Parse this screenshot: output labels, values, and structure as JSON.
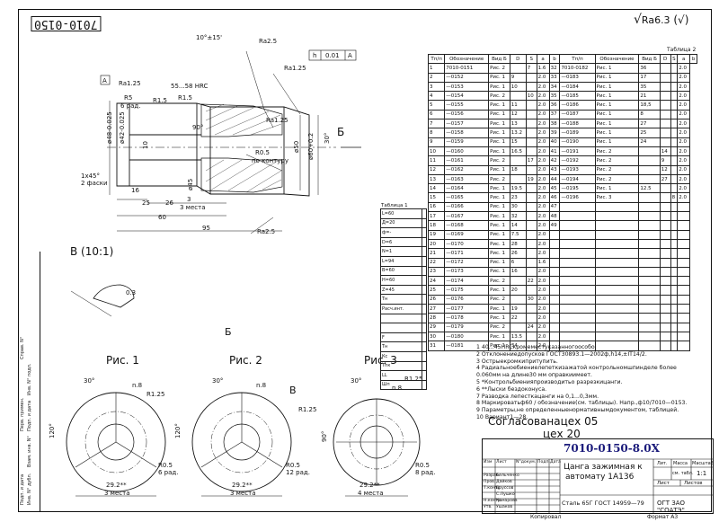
{
  "doc_number_stamp": "7010-0150",
  "roughness_mark": "Ra6.3",
  "view_b_label": "В (10:1)",
  "section_arrow": "Б",
  "section_label_b": "Б",
  "dims": {
    "angle_top": "10°±15'",
    "ra25a": "Ra2.5",
    "ra125a": "Ra1.25",
    "hardness": "55...58 HRC",
    "r5": "R5",
    "r5_places": "6 рад.",
    "r15a": "R1.5",
    "r15b": "R1.5",
    "ra125b": "Ra1.25",
    "d48": "ø48-0.025",
    "d42": "ø42-0.025",
    "chamfer": "1x45°",
    "chamfer2": "2 фаски",
    "d45": "ø45",
    "d50": "ø50",
    "d60": "ø60+0.2",
    "r05": "R0.5",
    "contour": "по контуру",
    "angle30": "30°",
    "w10": "10",
    "w16": "16",
    "w25": "25",
    "w26": "26",
    "w3": "3",
    "three_places": "3 места",
    "w60": "60",
    "w95": "95",
    "ra25b": "Ra2.5",
    "ra125c": "Ra1.25",
    "angle90": "90°",
    "tol_h": "h",
    "tol_val": "0.01",
    "tol_ref": "А",
    "datum_a": "А",
    "d03": "0.3"
  },
  "figures": [
    {
      "title": "Рис. 1",
      "r05": "R0.5",
      "places": "6 рад.",
      "dim": "29.2**",
      "places2": "3 места",
      "angle": "120°",
      "deg30": "30°",
      "n": "n.8",
      "r": "R1.25"
    },
    {
      "title": "Рис. 2",
      "r05": "R0.5",
      "places": "12 рад.",
      "dim": "29.2**",
      "places2": "3 места",
      "angle": "120°",
      "deg30": "30°",
      "n": "n.8",
      "r": "R1.25",
      "b": "В"
    },
    {
      "title": "Рис. 3",
      "r05": "R0.5",
      "places": "8 рад.",
      "dim": "29.2**",
      "places2": "4 места",
      "angle": "90°",
      "deg30": "30°",
      "n": "n.8",
      "r": "R1.25"
    }
  ],
  "table2": {
    "caption": "Таблица 2",
    "headers": [
      "Тп/п",
      "Обозначение",
      "Вид Б",
      "D",
      "S",
      "a",
      "b"
    ],
    "rows_left": [
      [
        "1",
        "7010-0151",
        "Рис. 2",
        "",
        "7",
        "1.6",
        "32"
      ],
      [
        "2",
        "—0152",
        "Рис. 1",
        "9",
        "",
        "2.0",
        "33"
      ],
      [
        "3",
        "—0153",
        "Рис. 1",
        "10",
        "",
        "2.0",
        "34"
      ],
      [
        "4",
        "—0154",
        "Рис. 2",
        "",
        "10",
        "2.0",
        "35"
      ],
      [
        "5",
        "—0155",
        "Рис. 1",
        "11",
        "",
        "2.0",
        "36"
      ],
      [
        "6",
        "—0156",
        "Рис. 1",
        "12",
        "",
        "2.0",
        "37"
      ],
      [
        "7",
        "—0157",
        "Рис. 1",
        "13",
        "",
        "2.0",
        "38"
      ],
      [
        "8",
        "—0158",
        "Рис. 1",
        "13.2",
        "",
        "2.0",
        "39"
      ],
      [
        "9",
        "—0159",
        "Рис. 1",
        "15",
        "",
        "2.0",
        "40"
      ],
      [
        "10",
        "—0160",
        "Рис. 1",
        "16.5",
        "",
        "2.0",
        "41"
      ],
      [
        "11",
        "—0161",
        "Рис. 2",
        "",
        "17",
        "2.0",
        "42"
      ],
      [
        "12",
        "—0162",
        "Рис. 1",
        "18",
        "",
        "2.0",
        "43"
      ],
      [
        "13",
        "—0163",
        "Рис. 2",
        "",
        "19",
        "2.0",
        "44"
      ],
      [
        "14",
        "—0164",
        "Рис. 1",
        "19.5",
        "",
        "2.0",
        "45"
      ],
      [
        "15",
        "—0165",
        "Рис. 1",
        "23",
        "",
        "2.0",
        "46"
      ],
      [
        "16",
        "—0166",
        "Рис. 1",
        "30",
        "",
        "2.0",
        "47"
      ],
      [
        "17",
        "—0167",
        "Рис. 1",
        "32",
        "",
        "2.0",
        "48"
      ],
      [
        "18",
        "—0168",
        "Рис. 1",
        "14",
        "",
        "2.0",
        "49"
      ],
      [
        "19",
        "—0169",
        "Рис. 1",
        "7.5",
        "",
        "2.0",
        ""
      ],
      [
        "20",
        "—0170",
        "Рис. 1",
        "28",
        "",
        "2.0",
        ""
      ],
      [
        "21",
        "—0171",
        "Рис. 1",
        "26",
        "",
        "2.0",
        ""
      ],
      [
        "22",
        "—0172",
        "Рис. 1",
        "6",
        "",
        "1.6",
        ""
      ],
      [
        "23",
        "—0173",
        "Рис. 1",
        "16",
        "",
        "2.0",
        ""
      ],
      [
        "24",
        "—0174",
        "Рис. 2",
        "",
        "22",
        "2.0",
        ""
      ],
      [
        "25",
        "—0175",
        "Рис. 1",
        "20",
        "",
        "2.0",
        ""
      ],
      [
        "26",
        "—0176",
        "Рис. 2",
        "",
        "30",
        "2.0",
        ""
      ],
      [
        "27",
        "—0177",
        "Рис. 1",
        "19",
        "",
        "2.0",
        ""
      ],
      [
        "28",
        "—0178",
        "Рис. 1",
        "22",
        "",
        "2.0",
        ""
      ],
      [
        "29",
        "—0179",
        "Рис. 2",
        "",
        "24",
        "2.0",
        ""
      ],
      [
        "30",
        "—0180",
        "Рис. 1",
        "13.5",
        "",
        "2.0",
        ""
      ],
      [
        "31",
        "—0181",
        "Рис. 1",
        "34",
        "",
        "2.0",
        ""
      ]
    ],
    "rows_right": [
      [
        "7010-0182",
        "Рис. 1",
        "36",
        "",
        "",
        "2.0"
      ],
      [
        "—0183",
        "Рис. 1",
        "17",
        "",
        "",
        "2.0"
      ],
      [
        "—0184",
        "Рис. 1",
        "35",
        "",
        "",
        "2.0"
      ],
      [
        "—0185",
        "Рис. 1",
        "21",
        "",
        "",
        "2.0"
      ],
      [
        "—0186",
        "Рис. 1",
        "18,5",
        "",
        "",
        "2.0"
      ],
      [
        "—0187",
        "Рис. 1",
        "8",
        "",
        "",
        "2.0"
      ],
      [
        "—0188",
        "Рис. 1",
        "27",
        "",
        "",
        "2.0"
      ],
      [
        "—0189",
        "Рис. 1",
        "25",
        "",
        "",
        "2.0"
      ],
      [
        "—0190",
        "Рис. 1",
        "24",
        "",
        "",
        "2.0"
      ],
      [
        "—0191",
        "Рис. 2",
        "",
        "14",
        "",
        "2.0"
      ],
      [
        "—0192",
        "Рис. 2",
        "",
        "9",
        "",
        "2.0"
      ],
      [
        "—0193",
        "Рис. 2",
        "",
        "12",
        "",
        "2.0"
      ],
      [
        "—0194",
        "Рис. 2",
        "",
        "27",
        "",
        "2.0"
      ],
      [
        "—0195",
        "Рис. 1",
        "12.5",
        "",
        "",
        "2.0"
      ],
      [
        "—0196",
        "Рис. 3",
        "",
        "",
        "8",
        "2.0"
      ],
      [
        "",
        "",
        "",
        "",
        "",
        ""
      ],
      [
        "",
        "",
        "",
        "",
        "",
        ""
      ],
      [
        "",
        "",
        "",
        "",
        "",
        ""
      ]
    ]
  },
  "table1": {
    "caption": "Таблица 1",
    "rows": [
      "L=60",
      "Д=20",
      "ф=-",
      "D=6",
      "N=1",
      "L=94",
      "В=60",
      "Н=60",
      "Z=45",
      "Тн",
      "Расч.инт.",
      "",
      "",
      "F",
      "Тн",
      "Кс",
      "Тпк",
      "LL",
      "Шп"
    ]
  },
  "notes": [
    "1 40...45HRCкромеместуказанногоособо.",
    "2 Отклонениедопусков ГОСТ30893.1—2002ф,h14,±IT14/2.",
    "3 Острыекромкипритупить.",
    "4 Радиальноебиениелепеткизажатой контрольномшпинделе более",
    "0.060мм на длине30 мм оправкиимеет.",
    "5 *Контрольбиенияпроизводитьо разрезкицанги.",
    "6 **Лыски бездоконуса.",
    "7 Разводка лепесткацанги на 0,1...0,3мм.",
    "8 Маркироватьф60 / обозначение(см. таблицы). Напр.,ф10/7010—0153.",
    "9 Параметры,не определенныенормативнымдокументом, таблицей.",
    "10 Вариант1—28."
  ],
  "agreed": "Согласованацех 05",
  "agreed2": "цех 20",
  "title_block": {
    "doc_code": "7010-0150-8.0X",
    "name1": "Цанга зажимная к",
    "name2": "автомату 1А136",
    "material": "Сталь 65Г ГОСТ 14959—79",
    "org": "ОГТ ЗАО \"СОАТЭ\"",
    "lit": "Лит.",
    "massa": "Масса",
    "scale_h": "Масштаб",
    "mass_val": "см. табл.",
    "scale": "1:1",
    "sheet": "Лист",
    "sheets": "Листов",
    "rows_hdr": [
      "Изм",
      "Лист",
      "N°докум.",
      "Подп.",
      "Дата"
    ],
    "people": [
      [
        "Разраб.",
        "Бельченко"
      ],
      [
        "Пров.",
        "Дайков"
      ],
      [
        "Т.контр.",
        "Бруссов"
      ],
      [
        "",
        "С.Лушко"
      ],
      [
        "Н.контр.",
        "Комарова"
      ],
      [
        "Утв.",
        "Ушаков"
      ]
    ],
    "kopiroval": "Копировал",
    "format": "Формат А3"
  },
  "side_labels": [
    "Перв. примен.",
    "Справ. N°",
    "Подп. и дата",
    "Инв. N° дубл.",
    "Взам. инв. N°",
    "Подп. и дата",
    "Инв. N° подл."
  ]
}
